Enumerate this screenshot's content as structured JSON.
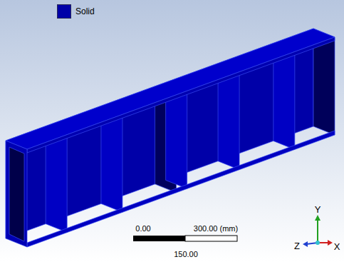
{
  "diagram": {
    "labels": [
      "0.00",
      "300.00 (mm)",
      "150.00",
      "Y",
      "Z",
      "X"
    ],
    "legend": [
      {
        "text": "Solid",
        "color": "#0000a8"
      }
    ]
  }
}
